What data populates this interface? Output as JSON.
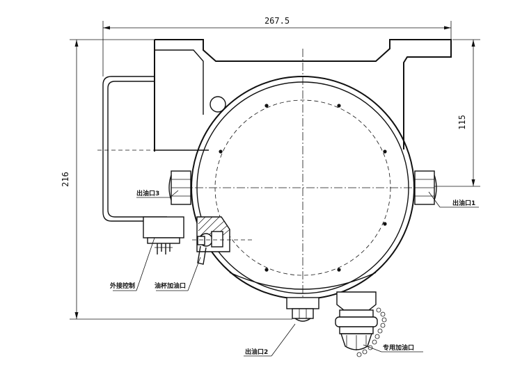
{
  "dimensions": {
    "overall_width": "267.5",
    "overall_height": "216",
    "center_height": "115"
  },
  "labels": {
    "outlet_3": "出油口3",
    "outlet_1": "出油口1",
    "outlet_2": "出油口2",
    "external_control": "外接控制",
    "oil_cup_fill": "油杯加油口",
    "dedicated_fill": "专用加油口"
  }
}
